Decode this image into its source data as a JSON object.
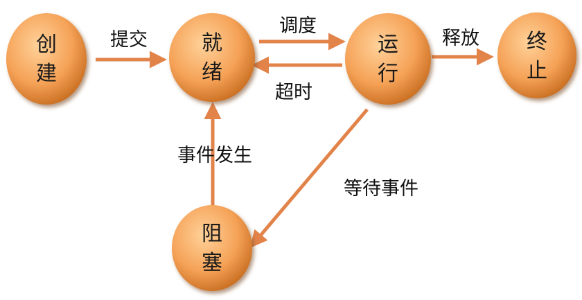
{
  "colors": {
    "node_fill_light": "#FFD29A",
    "node_fill_mid": "#F5A257",
    "node_fill_dark": "#C76B1E",
    "node_shadow": "#7A4A1E",
    "arrow": "#E2834A"
  },
  "states": {
    "create": {
      "line1": "创",
      "line2": "建"
    },
    "ready": {
      "line1": "就",
      "line2": "绪"
    },
    "running": {
      "line1": "运",
      "line2": "行"
    },
    "end": {
      "line1": "终",
      "line2": "止"
    },
    "blocked": {
      "line1": "阻",
      "line2": "塞"
    }
  },
  "transitions": {
    "submit": "提交",
    "dispatch": "调度",
    "timeout": "超时",
    "release": "释放",
    "event_done": "事件发生",
    "event_wait": "等待事件"
  }
}
